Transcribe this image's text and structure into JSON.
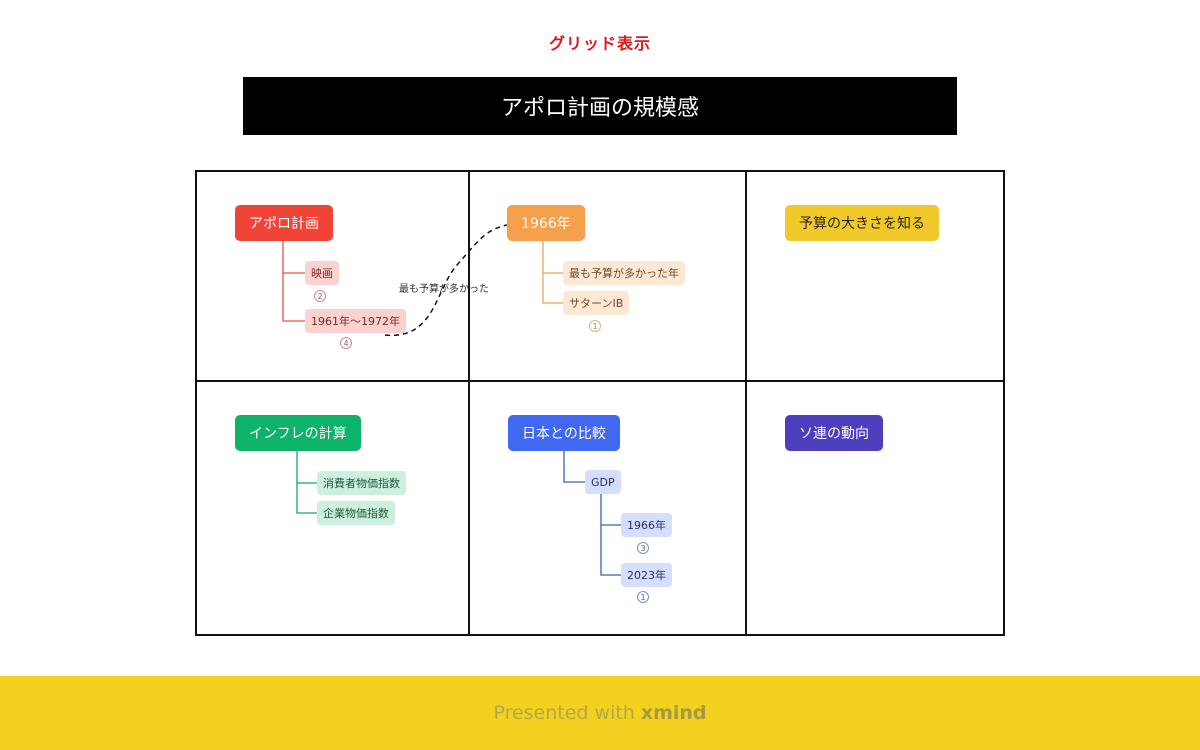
{
  "header": {
    "grid_label": "グリッド表示",
    "title": "アポロ計画の規模感"
  },
  "cells": {
    "apollo": {
      "topic": "アポロ計画",
      "children": [
        {
          "label": "映画",
          "badge": "2"
        },
        {
          "label": "1961年〜1972年",
          "badge": "4"
        }
      ]
    },
    "year1966": {
      "topic": "1966年",
      "children": [
        {
          "label": "最も予算が多かった年",
          "badge": ""
        },
        {
          "label": "サターンIB",
          "badge": "1"
        }
      ]
    },
    "budget": {
      "topic": "予算の大きさを知る"
    },
    "inflation": {
      "topic": "インフレの計算",
      "children": [
        {
          "label": "消費者物価指数"
        },
        {
          "label": "企業物価指数"
        }
      ]
    },
    "japan": {
      "topic": "日本との比較",
      "gdp": "GDP",
      "children": [
        {
          "label": "1966年",
          "badge": "3"
        },
        {
          "label": "2023年",
          "badge": "1"
        }
      ]
    },
    "soviet": {
      "topic": "ソ連の動向"
    }
  },
  "relationship": {
    "label": "最も予算が多かった"
  },
  "footer": {
    "presented": "Presented with",
    "brand": "xmind"
  },
  "colors": {
    "red": "#f04438",
    "orange": "#f4a04c",
    "yellow": "#f0c829",
    "green": "#0db36b",
    "blue": "#4168f0",
    "purple": "#4c3fbd",
    "footer": "#f2d21e"
  }
}
